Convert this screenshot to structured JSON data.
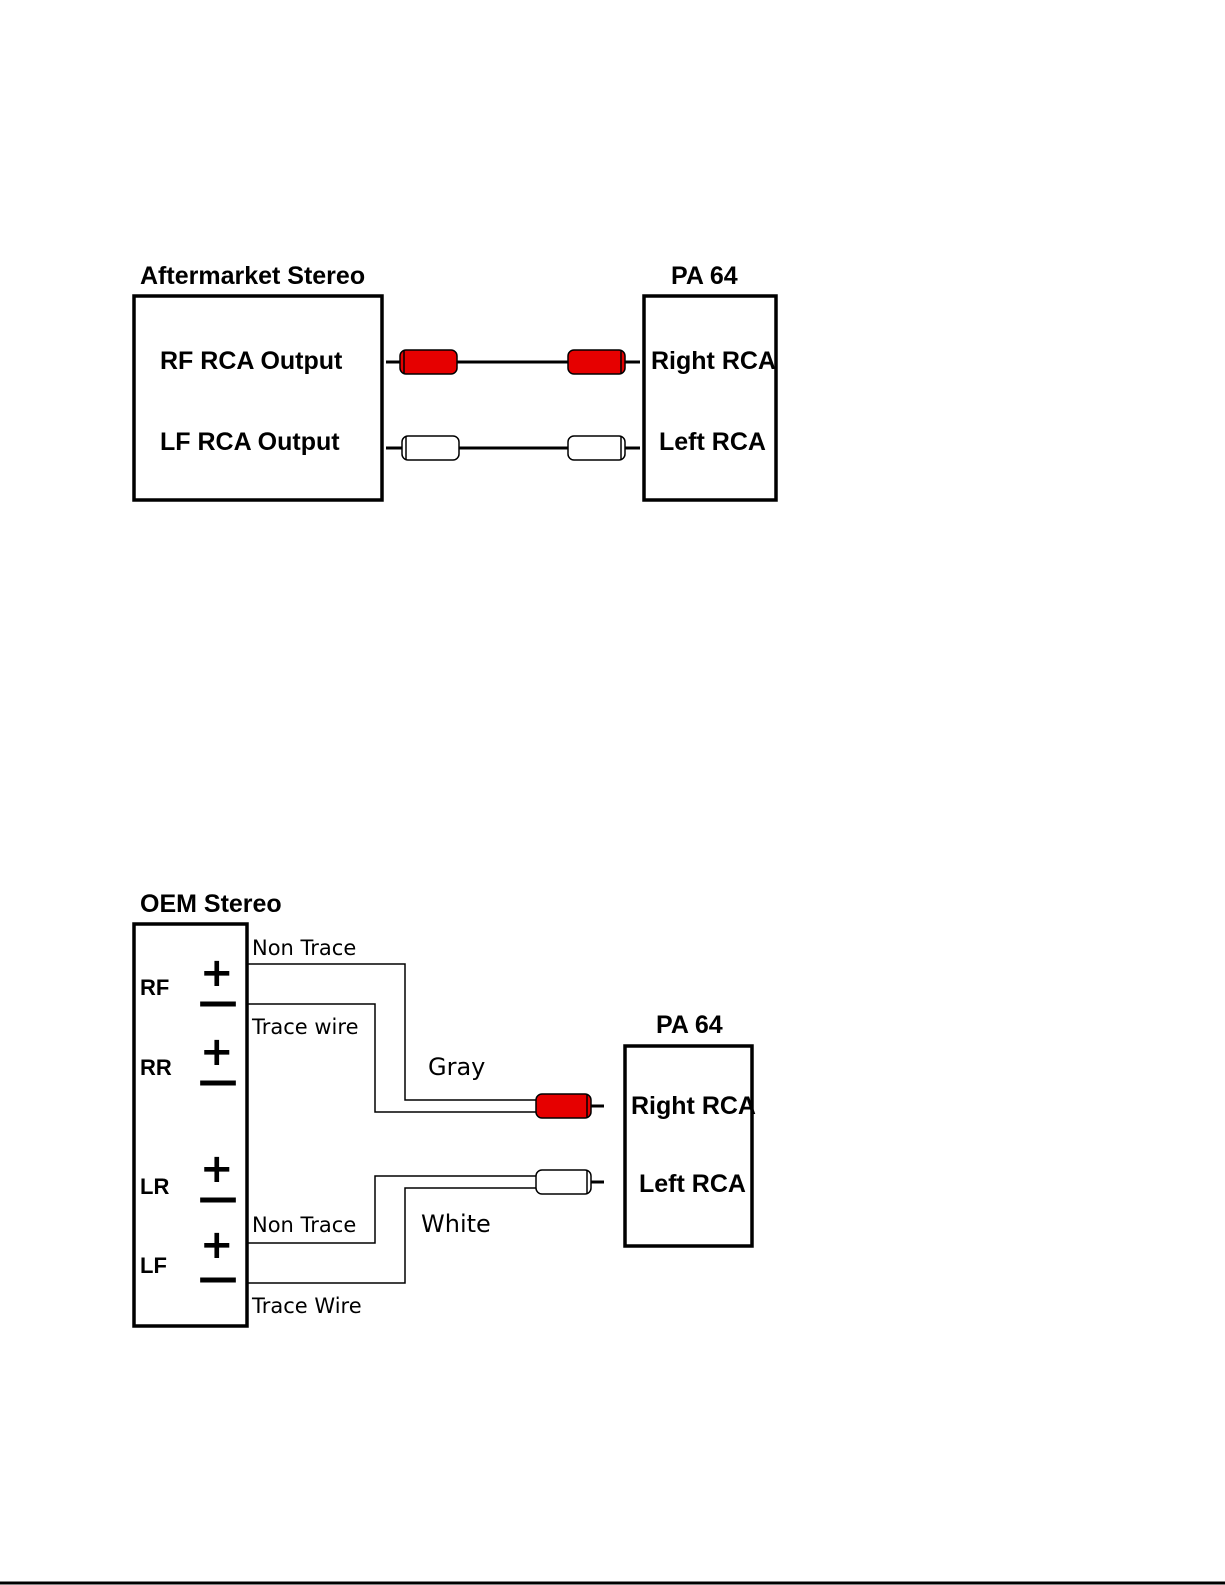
{
  "diagram_top": {
    "source_title": "Aftermarket Stereo",
    "target_title": "PA 64",
    "outputs": [
      "RF RCA Output",
      "LF RCA Output"
    ],
    "inputs": [
      "Right RCA",
      "Left RCA"
    ]
  },
  "diagram_bottom": {
    "source_title": "OEM Stereo",
    "target_title": "PA 64",
    "channels": [
      "RF",
      "RR",
      "LR",
      "LF"
    ],
    "plus_symbol": "+",
    "minus_symbol": "—",
    "wire_labels": {
      "rf_plus": "Non Trace",
      "rf_minus": "Trace wire",
      "lf_plus": "Non Trace",
      "lf_minus": "Trace Wire"
    },
    "color_labels": [
      "Gray",
      "White"
    ],
    "inputs": [
      "Right RCA",
      "Left RCA"
    ]
  },
  "colors": {
    "right_plug": "#e60000",
    "left_plug": "#ffffff",
    "line": "#000000"
  }
}
